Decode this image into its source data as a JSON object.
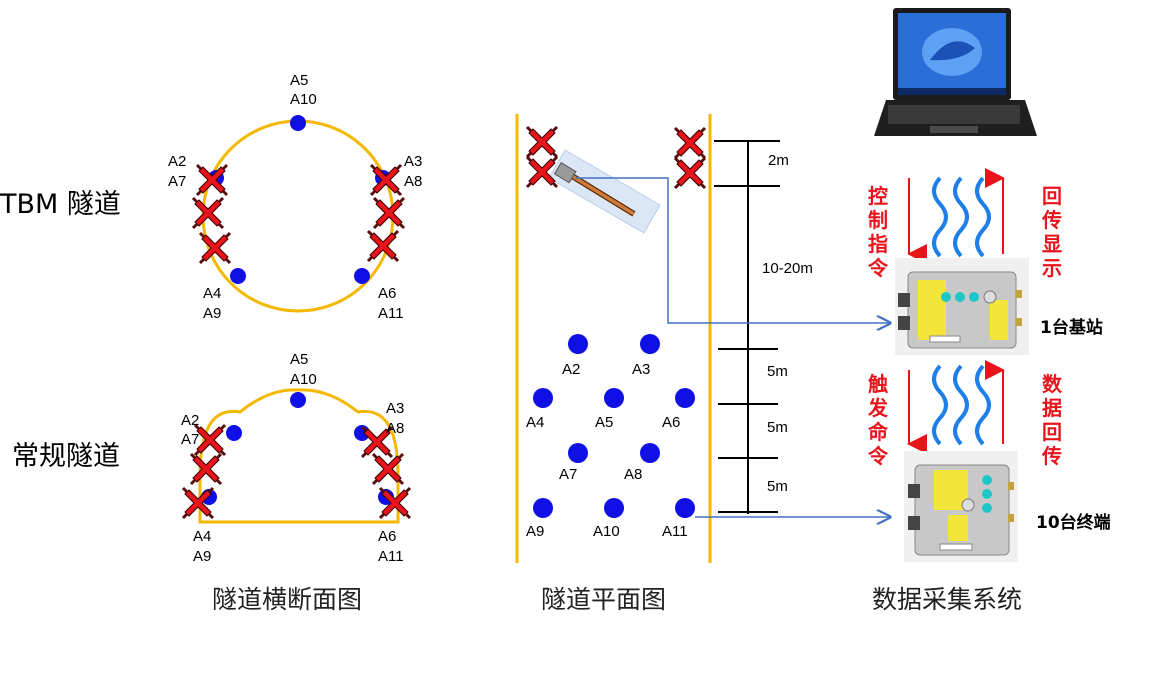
{
  "cross_section": {
    "tbm_label": "TBM 隧道",
    "normal_label": "常规隧道",
    "caption": "隧道横断面图",
    "tbm_points": [
      {
        "l1": "A5",
        "l2": "A10"
      },
      {
        "l1": "A2",
        "l2": "A7"
      },
      {
        "l1": "A3",
        "l2": "A8"
      },
      {
        "l1": "A4",
        "l2": "A9"
      },
      {
        "l1": "A6",
        "l2": "A11"
      }
    ],
    "normal_points": [
      {
        "l1": "A5",
        "l2": "A10"
      },
      {
        "l1": "A2",
        "l2": "A7"
      },
      {
        "l1": "A3",
        "l2": "A8"
      },
      {
        "l1": "A4",
        "l2": "A9"
      },
      {
        "l1": "A6",
        "l2": "A11"
      }
    ]
  },
  "plan": {
    "caption": "隧道平面图",
    "points": [
      "A2",
      "A3",
      "A4",
      "A5",
      "A6",
      "A7",
      "A8",
      "A9",
      "A10",
      "A11"
    ],
    "distances": [
      "2m",
      "10-20m",
      "5m",
      "5m",
      "5m"
    ]
  },
  "system": {
    "caption": "数据采集系统",
    "control_cmd": "控制指令",
    "return_display": "回传显示",
    "trigger_cmd": "触发命令",
    "data_return": "数据回传",
    "base_station": "1台基站",
    "terminals": "10台终端"
  },
  "colors": {
    "tunnel": "#f5b800",
    "sensor": "#0f0fe6",
    "arrow_red": "#e8141c",
    "line_blue": "#4472c4",
    "wave": "#1e7fe8"
  }
}
